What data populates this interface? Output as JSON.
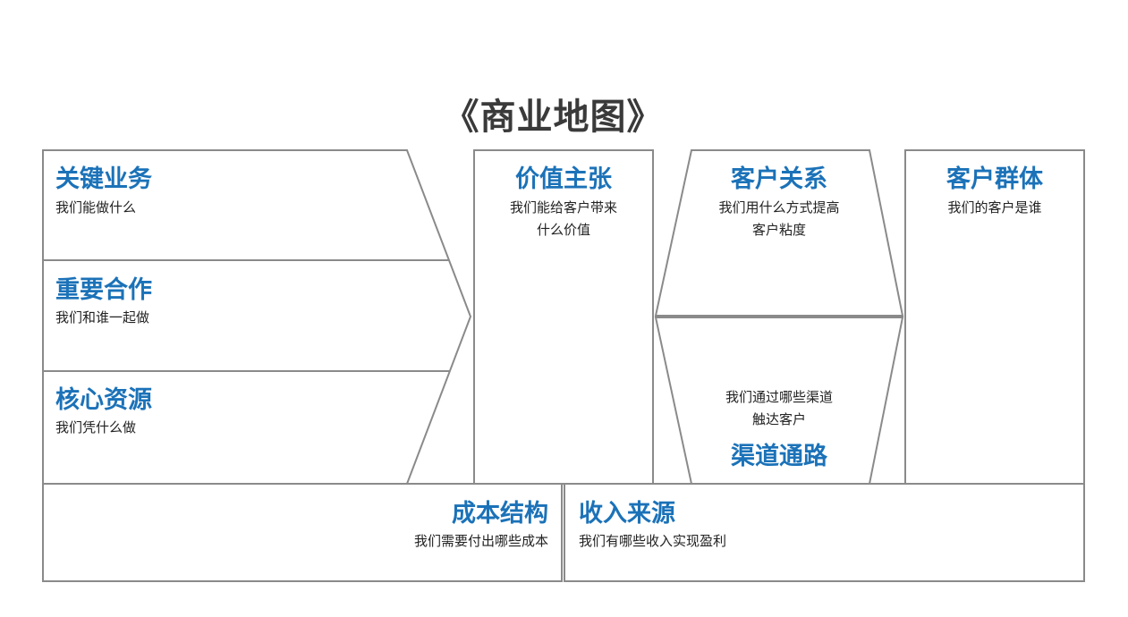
{
  "title": "《商业地图》",
  "colors": {
    "heading": "#1b72b8",
    "title": "#3a3a3a",
    "border": "#8a8a8a",
    "text": "#222222"
  },
  "blocks": {
    "key_activities": {
      "heading": "关键业务",
      "desc": "我们能做什么"
    },
    "key_partners": {
      "heading": "重要合作",
      "desc": "我们和谁一起做"
    },
    "key_resources": {
      "heading": "核心资源",
      "desc": "我们凭什么做"
    },
    "value_proposition": {
      "heading": "价值主张",
      "desc_line1": "我们能给客户带来",
      "desc_line2": "什么价值"
    },
    "customer_relationships": {
      "heading": "客户关系",
      "desc_line1": "我们用什么方式提高",
      "desc_line2": "客户粘度"
    },
    "channels": {
      "heading": "渠道通路",
      "desc_line1": "我们通过哪些渠道",
      "desc_line2": "触达客户"
    },
    "customer_segments": {
      "heading": "客户群体",
      "desc": "我们的客户是谁"
    },
    "cost_structure": {
      "heading": "成本结构",
      "desc": "我们需要付出哪些成本"
    },
    "revenue_streams": {
      "heading": "收入来源",
      "desc": "我们有哪些收入实现盈利"
    }
  }
}
